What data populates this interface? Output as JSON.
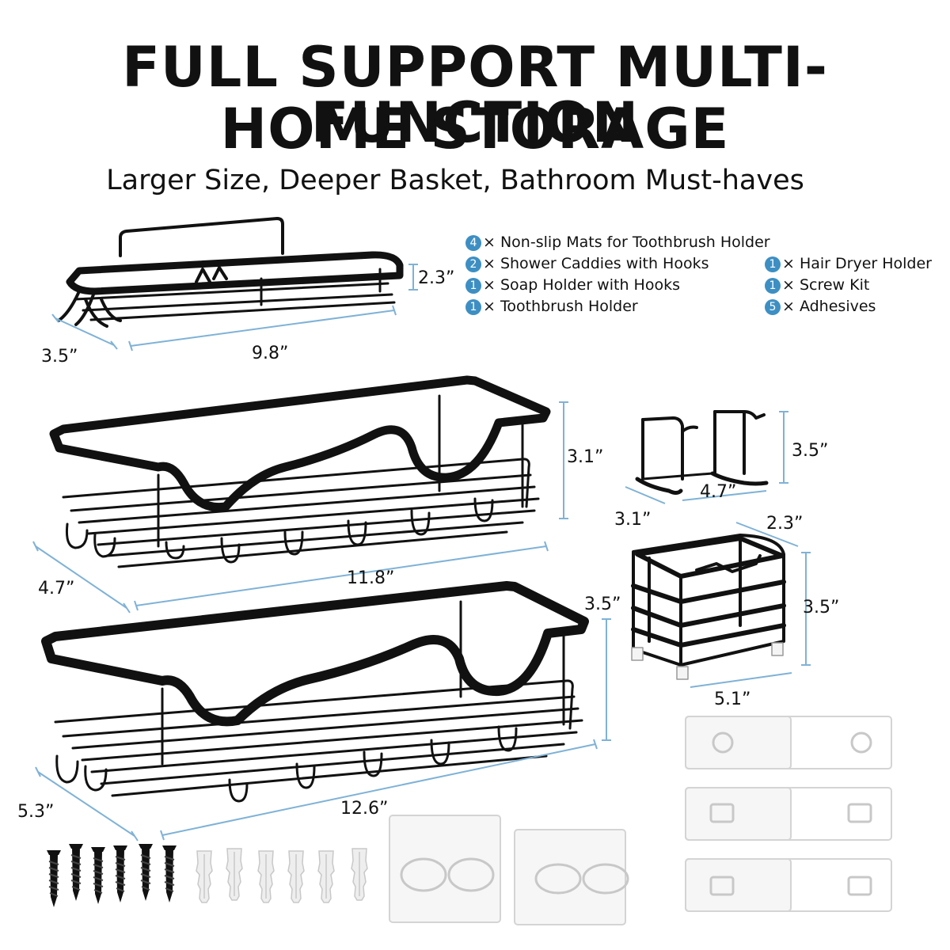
{
  "title": {
    "line1": "FULL SUPPORT MULTI-FUNCTION",
    "line2": "HOME STORAGE"
  },
  "subtitle": "Larger Size, Deeper Basket, Bathroom Must-haves",
  "accent_color": "#3d8fc3",
  "dimension_line_color": "#7fb2d6",
  "package_contents": {
    "left": [
      {
        "qty": "4",
        "label": "× Non-slip Mats for Toothbrush Holder"
      },
      {
        "qty": "2",
        "label": "× Shower Caddies with Hooks"
      },
      {
        "qty": "1",
        "label": "× Soap Holder with Hooks"
      },
      {
        "qty": "1",
        "label": "× Toothbrush Holder"
      }
    ],
    "right": [
      {
        "qty": "1",
        "label": "× Hair Dryer Holder"
      },
      {
        "qty": "1",
        "label": "× Screw Kit"
      },
      {
        "qty": "5",
        "label": "× Adhesives"
      }
    ]
  },
  "dimensions": {
    "soap_holder": {
      "height": "2.3”",
      "depth": "3.5”",
      "length": "9.8”"
    },
    "caddy_small": {
      "height": "3.1”",
      "depth": "4.7”",
      "length": "11.8”"
    },
    "caddy_large": {
      "height": "3.5”",
      "depth": "5.3”",
      "length": "12.6”"
    },
    "hair_dryer_holder": {
      "height": "3.5”",
      "depth": "3.1”",
      "length": "4.7”"
    },
    "toothbrush_holder": {
      "width": "2.3”",
      "height": "3.5”",
      "length": "5.1”"
    }
  }
}
